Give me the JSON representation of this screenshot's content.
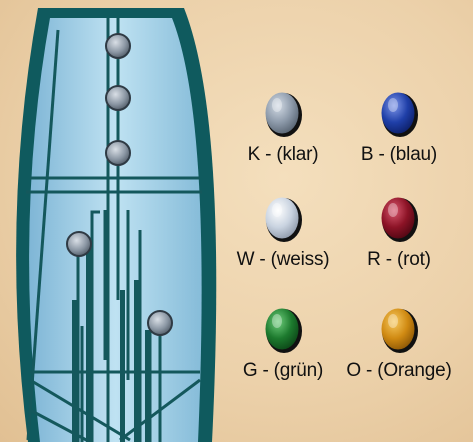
{
  "swatches": [
    {
      "id": "k",
      "label": "K - (klar)",
      "color": "#8e9bab",
      "highlight": "#d4dce6",
      "dark": "#55616f"
    },
    {
      "id": "b",
      "label": "B - (blau)",
      "color": "#1f3fa8",
      "highlight": "#7d95e8",
      "dark": "#0c1e66"
    },
    {
      "id": "w",
      "label": "W - (weiss)",
      "color": "#c9d3e0",
      "highlight": "#ffffff",
      "dark": "#8c97a8"
    },
    {
      "id": "r",
      "label": "R - (rot)",
      "color": "#8c1326",
      "highlight": "#d8586e",
      "dark": "#4d0612"
    },
    {
      "id": "g",
      "label": "G - (grün)",
      "color": "#1d7a2e",
      "highlight": "#6fce7c",
      "dark": "#0b4516"
    },
    {
      "id": "o",
      "label": "O - (Orange)",
      "color": "#d08a12",
      "highlight": "#f6c960",
      "dark": "#8a5506"
    }
  ]
}
